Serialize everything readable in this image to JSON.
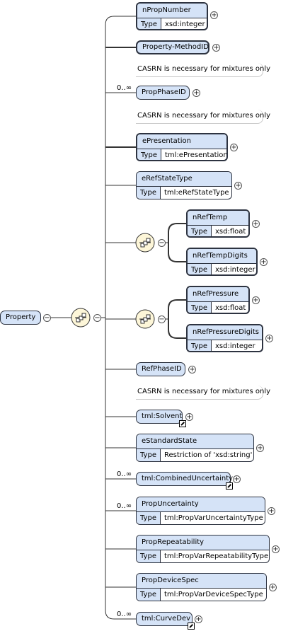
{
  "root": {
    "label": "Property"
  },
  "elements": [
    {
      "id": "nPropNumber",
      "name": "nPropNumber",
      "type_label": "Type",
      "type": "xsd:integer"
    },
    {
      "id": "Property-MethodID",
      "name": "Property-MethodID",
      "note": "CASRN is necessary for mixtures only"
    },
    {
      "id": "PropPhaseID",
      "name": "PropPhaseID",
      "cardinality": "0..∞",
      "note": "CASRN is necessary for mixtures only"
    },
    {
      "id": "ePresentation",
      "name": "ePresentation",
      "type_label": "Type",
      "type": "tml:ePresentation"
    },
    {
      "id": "eRefStateType",
      "name": "eRefStateType",
      "type_label": "Type",
      "type": "tml:eRefStateType"
    },
    {
      "id": "nRefTemp",
      "name": "nRefTemp",
      "type_label": "Type",
      "type": "xsd:float"
    },
    {
      "id": "nRefTempDigits",
      "name": "nRefTempDigits",
      "type_label": "Type",
      "type": "xsd:integer"
    },
    {
      "id": "nRefPressure",
      "name": "nRefPressure",
      "type_label": "Type",
      "type": "xsd:float"
    },
    {
      "id": "nRefPressureDigits",
      "name": "nRefPressureDigits",
      "type_label": "Type",
      "type": "xsd:integer"
    },
    {
      "id": "RefPhaseID",
      "name": "RefPhaseID",
      "note": "CASRN is necessary for mixtures only"
    },
    {
      "id": "tml-Solvent",
      "name": "tml:Solvent"
    },
    {
      "id": "eStandardState",
      "name": "eStandardState",
      "type_label": "Type",
      "type": "Restriction of 'xsd:string'"
    },
    {
      "id": "tml-CombinedUncertainty",
      "name": "tml:CombinedUncertainty",
      "cardinality": "0..∞"
    },
    {
      "id": "PropUncertainty",
      "name": "PropUncertainty",
      "cardinality": "0..∞",
      "type_label": "Type",
      "type": "tml:PropVarUncertaintyType"
    },
    {
      "id": "PropRepeatability",
      "name": "PropRepeatability",
      "type_label": "Type",
      "type": "tml:PropVarRepeatabilityType"
    },
    {
      "id": "PropDeviceSpec",
      "name": "PropDeviceSpec",
      "type_label": "Type",
      "type": "tml:PropVarDeviceSpecType"
    },
    {
      "id": "tml-CurveDev",
      "name": "tml:CurveDev",
      "cardinality": "0..∞"
    }
  ],
  "symbols": {
    "expand": "+",
    "collapse": "−"
  },
  "colors": {
    "element_fill": "#d5e3f7",
    "border": "#2d3340",
    "compositor_fill": "#fdf6d8"
  }
}
